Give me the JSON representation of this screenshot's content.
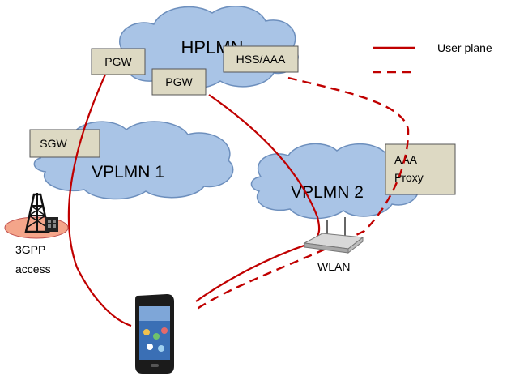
{
  "clouds": {
    "hplmn": "HPLMN",
    "vplmn1": "VPLMN 1",
    "vplmn2": "VPLMN 2"
  },
  "nodes": {
    "pgw_left": "PGW",
    "pgw_center": "PGW",
    "hss_aaa": "HSS/AAA",
    "sgw": "SGW",
    "aaa_proxy_line1": "AAA",
    "aaa_proxy_line2": "Proxy"
  },
  "labels": {
    "access_line1": "3GPP",
    "access_line2": "access",
    "wlan": "WLAN"
  },
  "legend": {
    "user_plane": "User plane"
  },
  "colors": {
    "cloud_fill": "#a9c4e6",
    "node_fill": "#ddd9c3",
    "line": "#c00000",
    "access_disc": "#f4a58a"
  },
  "icons": [
    "cell-tower-icon",
    "wlan-router-icon",
    "smartphone-icon"
  ]
}
